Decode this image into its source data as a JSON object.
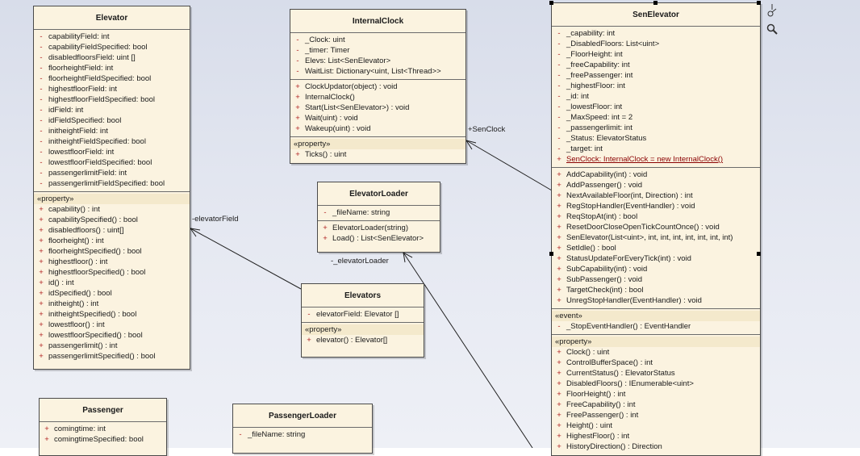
{
  "classes": {
    "elevator": {
      "title": "Elevator",
      "fields": [
        "capabilityField:  int",
        "capabilityFieldSpecified:  bool",
        "disabledfloorsField:  uint []",
        "floorheightField:  int",
        "floorheightFieldSpecified:  bool",
        "highestfloorField:  int",
        "highestfloorFieldSpecified:  bool",
        "idField:  int",
        "idFieldSpecified:  bool",
        "initheightField:  int",
        "initheightFieldSpecified:  bool",
        "lowestfloorField:  int",
        "lowestfloorFieldSpecified:  bool",
        "passengerlimitField:  int",
        "passengerlimitFieldSpecified:  bool"
      ],
      "stereotype": "«property»",
      "properties": [
        "capability() : int",
        "capabilitySpecified() : bool",
        "disabledfloors() : uint[]",
        "floorheight() : int",
        "floorheightSpecified() : bool",
        "highestfloor() : int",
        "highestfloorSpecified() : bool",
        "id() : int",
        "idSpecified() : bool",
        "initheight() : int",
        "initheightSpecified() : bool",
        "lowestfloor() : int",
        "lowestfloorSpecified() : bool",
        "passengerlimit() : int",
        "passengerlimitSpecified() : bool"
      ]
    },
    "internalclock": {
      "title": "InternalClock",
      "fields": [
        "_Clock:  uint",
        "_timer:  Timer",
        "Elevs:  List<SenElevator>",
        "WaitList:  Dictionary<uint, List<Thread>>"
      ],
      "methods": [
        "ClockUpdator(object) : void",
        "InternalClock()",
        "Start(List<SenElevator>) : void",
        "Wait(uint) : void",
        "Wakeup(uint) : void"
      ],
      "stereotype": "«property»",
      "properties": [
        "Ticks() : uint"
      ]
    },
    "elevatorloader": {
      "title": "ElevatorLoader",
      "fields": [
        "_fileName:  string"
      ],
      "methods": [
        "ElevatorLoader(string)",
        "Load() : List<SenElevator>"
      ]
    },
    "elevators": {
      "title": "Elevators",
      "fields": [
        "elevatorField:  Elevator []"
      ],
      "stereotype": "«property»",
      "properties": [
        "elevator() : Elevator[]"
      ]
    },
    "passenger": {
      "title": "Passenger",
      "fields": [
        "comingtime:  int",
        "comingtimeSpecified:  bool"
      ]
    },
    "passengerloader": {
      "title": "PassengerLoader",
      "fields": [
        "_fileName:  string"
      ]
    },
    "senelevator": {
      "title": "SenElevator",
      "fields": [
        "_capability:  int",
        "_DisabledFloors:  List<uint>",
        "_FloorHeight:  int",
        "_freeCapability:  int",
        "_freePassenger:  int",
        "_highestFloor:  int",
        "_id:  int",
        "_lowestFloor:  int",
        "_MaxSpeed:  int = 2",
        "_passengerlimit:  int",
        "_Status:  ElevatorStatus",
        "_target:  int"
      ],
      "static_field": "SenClock:  InternalClock = new InternalClock()",
      "methods": [
        "AddCapability(int) : void",
        "AddPassenger() : void",
        "NextAvailableFloor(int, Direction) : int",
        "RegStopHandler(EventHandler) : void",
        "ReqStopAt(int) : bool",
        "ResetDoorCloseOpenTickCountOnce() : void",
        "SenElevator(List<uint>, int, int, int, int, int, int, int)",
        "SetIdle() : bool",
        "StatusUpdateForEveryTick(int) : void",
        "SubCapability(int) : void",
        "SubPassenger() : void",
        "TargetCheck(int) : bool",
        "UnregStopHandler(EventHandler) : void"
      ],
      "event_stereotype": "«event»",
      "events": [
        "_StopEventHandler() : EventHandler"
      ],
      "stereotype": "«property»",
      "properties": [
        "Clock() : uint",
        "ControlBufferSpace() : int",
        "CurrentStatus() : ElevatorStatus",
        "DisabledFloors() : IEnumerable<uint>",
        "FloorHeight() : int",
        "FreeCapability() : int",
        "FreePassenger() : int",
        "Height() : uint",
        "HighestFloor() : int",
        "HistoryDirection() : Direction"
      ]
    }
  },
  "associations": {
    "senclock": "+SenClock",
    "elevator_field": "-elevatorField",
    "elevator_loader": "-_elevatorLoader"
  },
  "colors": {
    "class_fill": "#fbf3e0",
    "private_marker": "#b02020",
    "canvas": "#dfe3ee"
  },
  "toolbar_icons": [
    "link-icon",
    "zoom-icon"
  ]
}
